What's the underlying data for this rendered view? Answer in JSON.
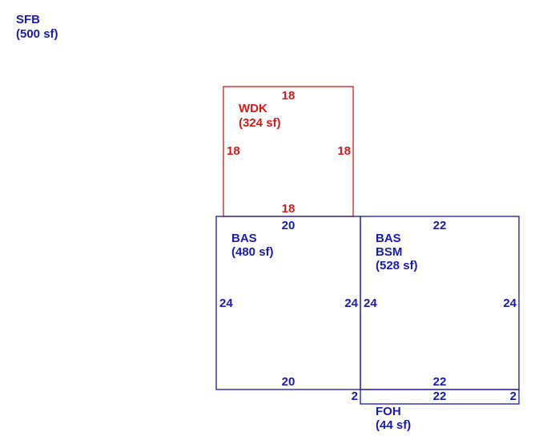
{
  "colors": {
    "blue": "#1a1ab4",
    "red": "#d41a1a"
  },
  "sfb": {
    "code": "SFB",
    "area": "(500 sf)"
  },
  "areas": [
    {
      "key": "wdk",
      "color": "red",
      "lines": [
        "WDK",
        "(324 sf)"
      ],
      "dimensions": {
        "top": "18",
        "left": "18",
        "right": "18",
        "bottom": "18"
      }
    },
    {
      "key": "bas",
      "color": "blue",
      "lines": [
        "BAS",
        "(480 sf)"
      ],
      "dimensions": {
        "top": "20",
        "left": "24",
        "right": "24",
        "bottom": "20",
        "corner": "2"
      }
    },
    {
      "key": "bas-bsm",
      "color": "blue",
      "lines": [
        "BAS",
        "BSM",
        "(528 sf)"
      ],
      "dimensions": {
        "top": "22",
        "left": "24",
        "right": "24",
        "bottom": "22"
      }
    },
    {
      "key": "foh",
      "color": "blue",
      "lines": [
        "FOH",
        "(44 sf)"
      ],
      "dimensions": {
        "top": "22",
        "right": "2"
      }
    }
  ]
}
